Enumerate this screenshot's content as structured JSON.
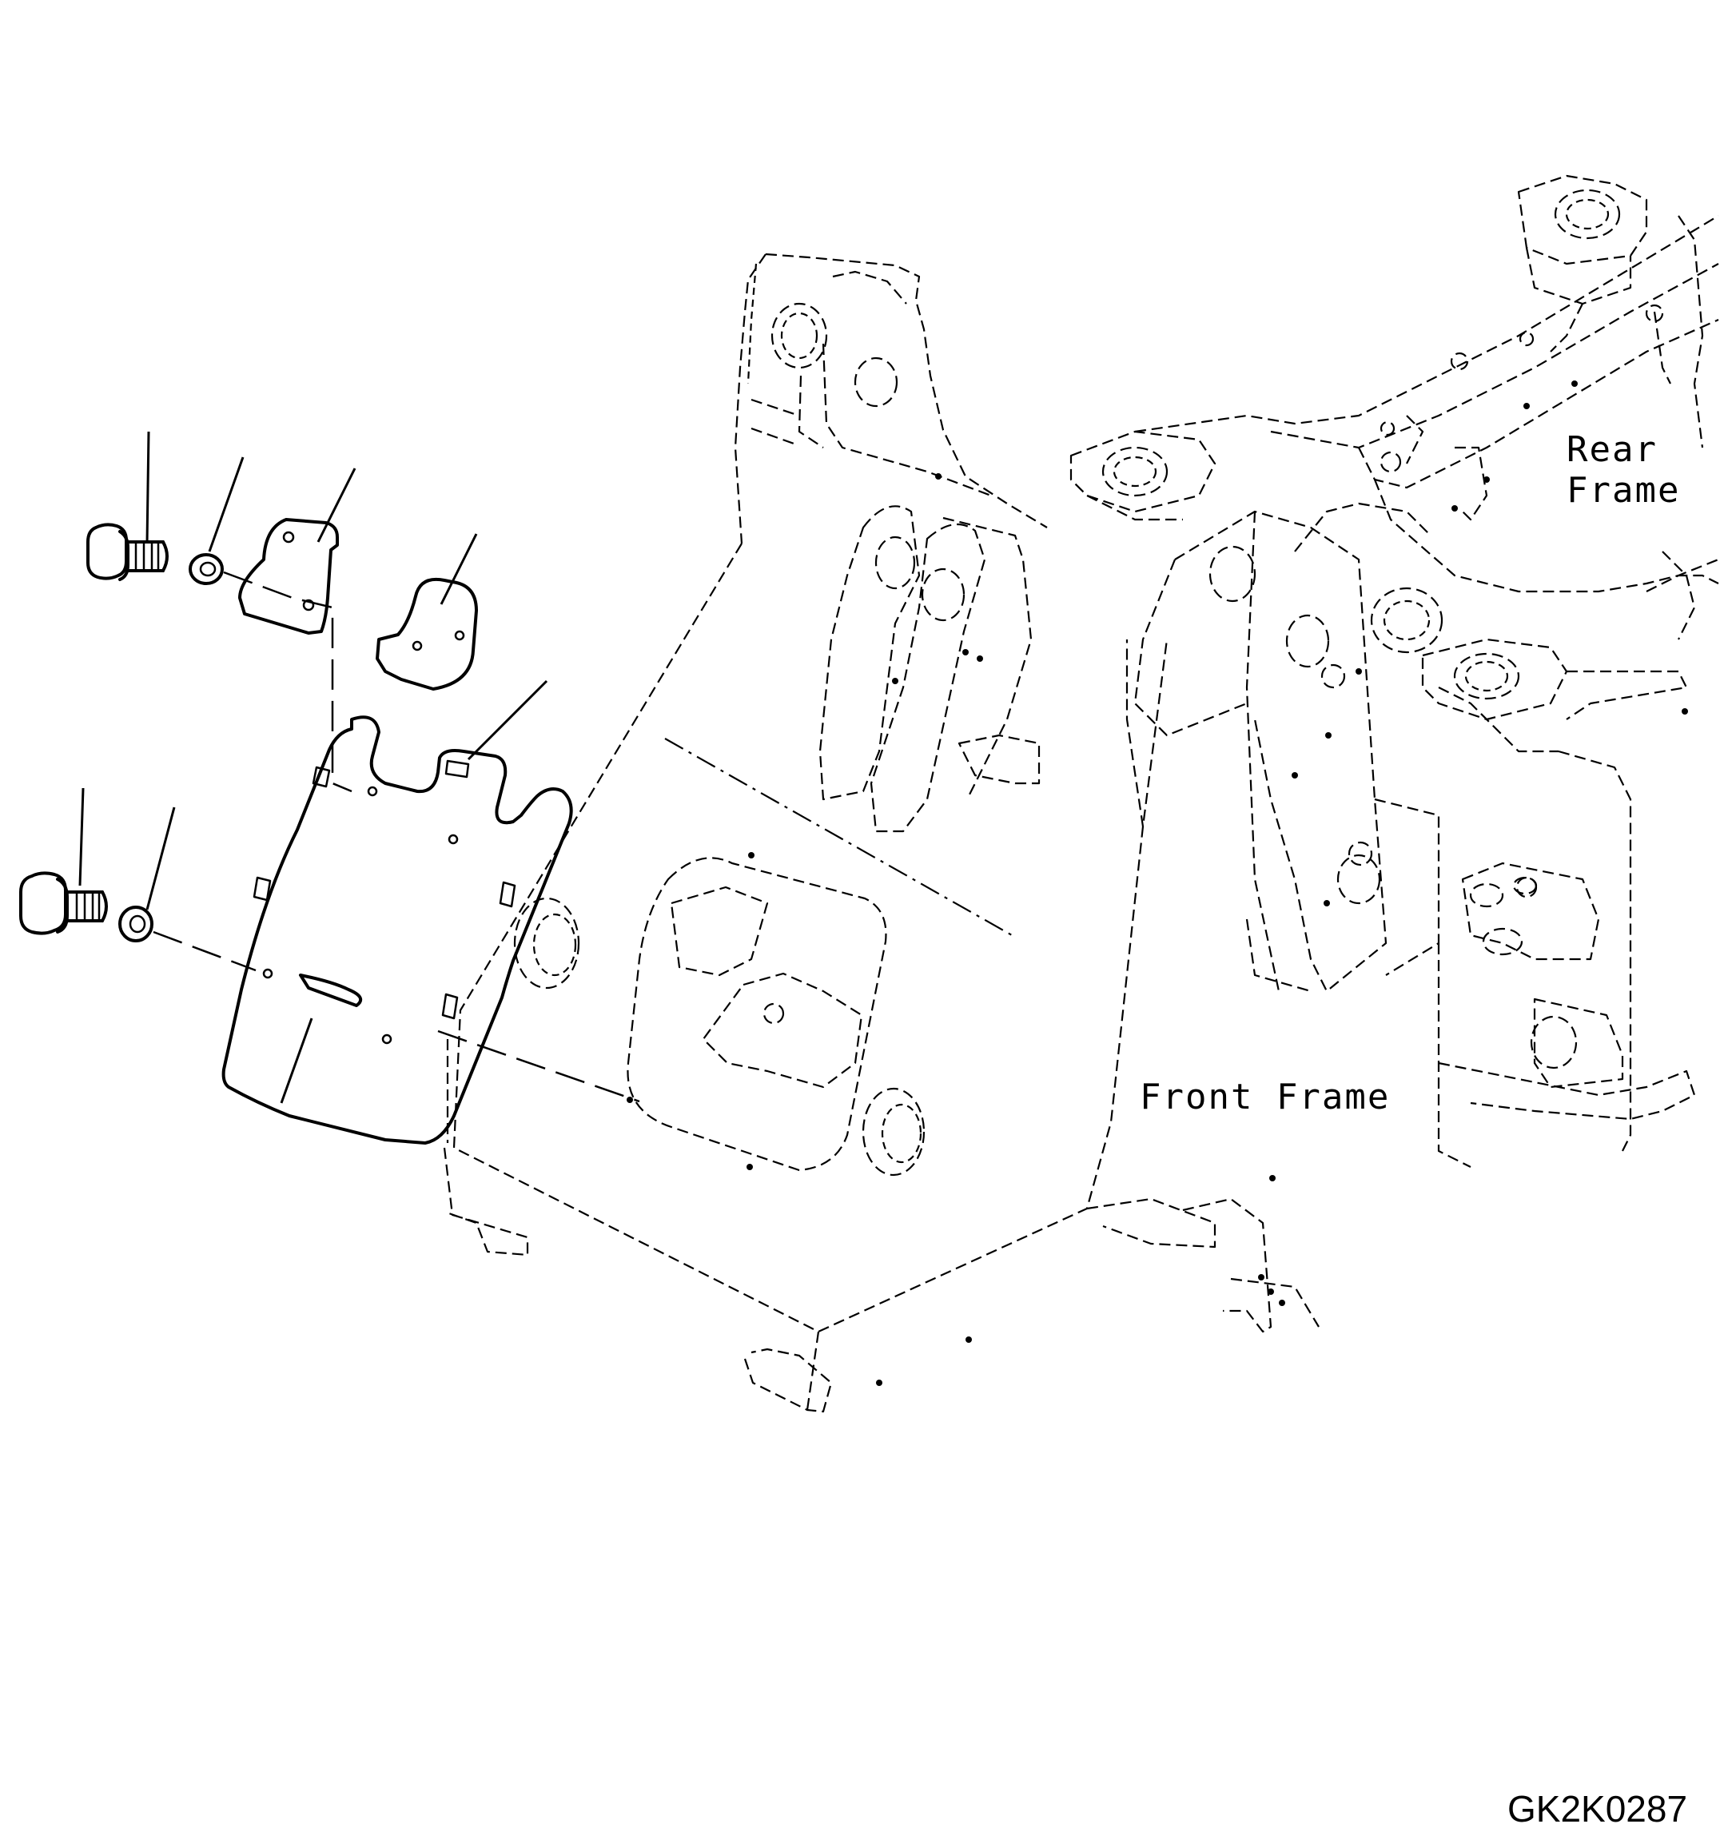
{
  "diagram": {
    "labels": {
      "rear_frame_line1": "Rear",
      "rear_frame_line2": "Frame",
      "front_frame": "Front Frame"
    },
    "drawing_code": "GK2K0287",
    "callouts": [
      {
        "part": "bolt-upper"
      },
      {
        "part": "washer-upper"
      },
      {
        "part": "bracket-plate-front"
      },
      {
        "part": "bracket-plate-rear"
      },
      {
        "part": "cover-plate-top"
      },
      {
        "part": "bolt-lower"
      },
      {
        "part": "washer-lower"
      },
      {
        "part": "cover-plate-bottom"
      }
    ]
  }
}
